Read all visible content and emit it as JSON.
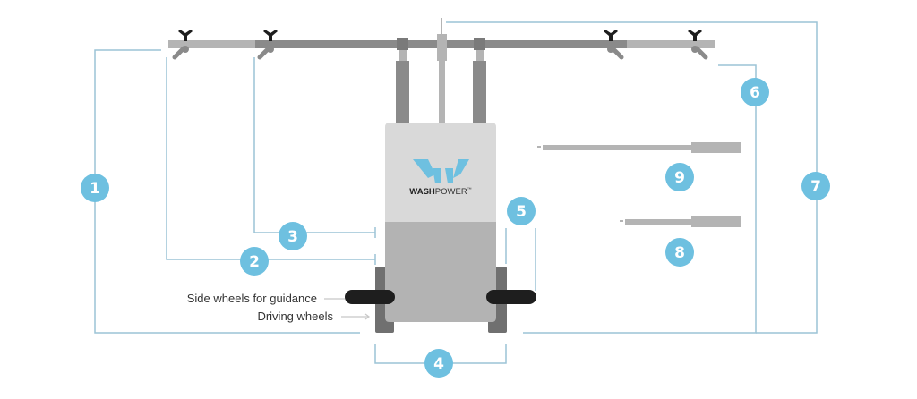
{
  "diagram": {
    "brand": {
      "bold": "WASH",
      "light": "POWER",
      "trademark": "™"
    },
    "labels": {
      "side_wheels": "Side wheels for guidance",
      "driving_wheels": "Driving wheels"
    },
    "badges": [
      "1",
      "2",
      "3",
      "4",
      "5",
      "6",
      "7",
      "8",
      "9"
    ],
    "colors": {
      "accent": "#6ec0e0",
      "leader_line": "#9cc3d5",
      "pipe_dark": "#8a8a8a",
      "pipe_light": "#b4b4b4",
      "unit_top": "#d9d9d9",
      "unit_bottom": "#b3b3b3",
      "wheel_side": "#1e1e1e",
      "wheel_drive": "#707070",
      "valve_handle": "#1e1e1e"
    }
  }
}
